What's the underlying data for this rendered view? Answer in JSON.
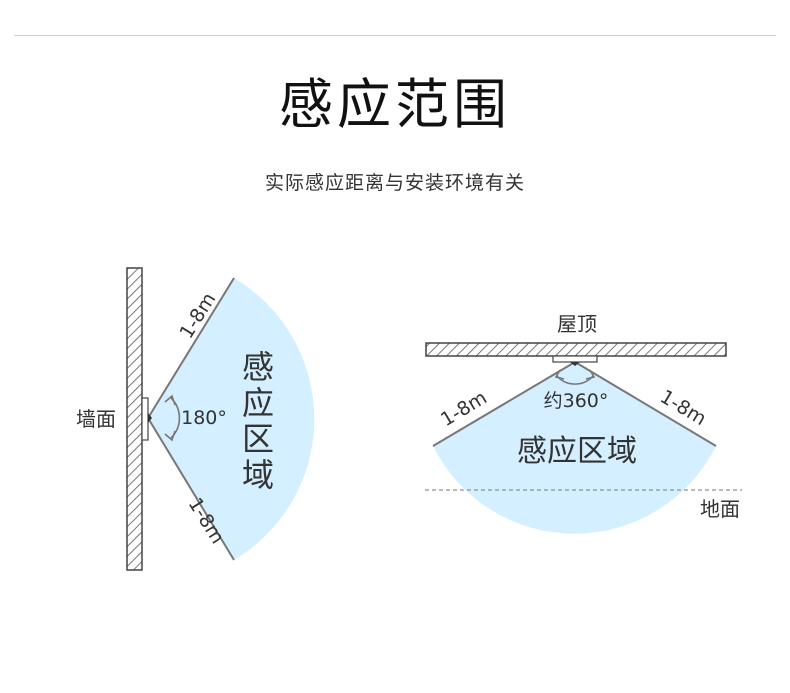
{
  "header": {
    "title": "感应范围",
    "subtitle": "实际感应距离与安装环境有关"
  },
  "wall_diagram": {
    "surface_label": "墙面",
    "angle_label": "180°",
    "range_upper_label": "1-8m",
    "range_lower_label": "1-8m",
    "zone_label": [
      "感",
      "应",
      "区",
      "域"
    ]
  },
  "ceiling_diagram": {
    "surface_label": "屋顶",
    "ground_label": "地面",
    "angle_label": "约360°",
    "range_left_label": "1-8m",
    "range_right_label": "1-8m",
    "zone_label": "感应区域"
  },
  "colors": {
    "zone_fill": "#d4efff",
    "line": "#777777",
    "hatch": "#555555"
  }
}
